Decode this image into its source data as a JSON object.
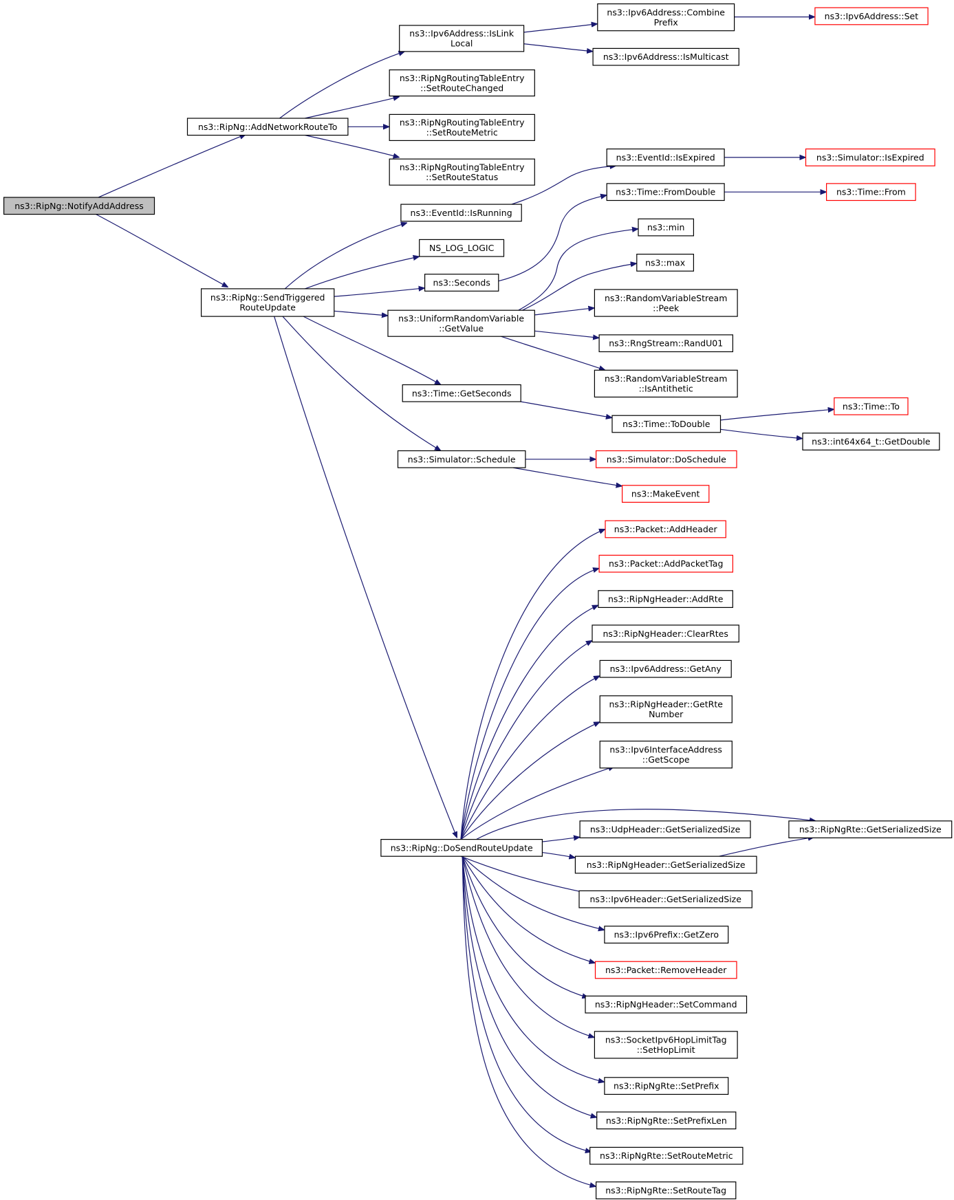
{
  "colors": {
    "edge": "#191970",
    "node_border": "#000000",
    "external_node_border": "#ff0000",
    "root_fill": "#bfbfbf",
    "node_fill": "#ffffff"
  },
  "nodes": {
    "notify": {
      "lines": [
        "ns3::RipNg::NotifyAddAddress"
      ],
      "kind": "root"
    },
    "addnet": {
      "lines": [
        "ns3::RipNg::AddNetworkRouteTo"
      ],
      "kind": "normal"
    },
    "islink": {
      "lines": [
        "ns3::Ipv6Address::IsLink",
        "Local"
      ],
      "kind": "normal"
    },
    "combine": {
      "lines": [
        "ns3::Ipv6Address::Combine",
        "Prefix"
      ],
      "kind": "normal"
    },
    "ipv6set": {
      "lines": [
        "ns3::Ipv6Address::Set"
      ],
      "kind": "external"
    },
    "ismulti": {
      "lines": [
        "ns3::Ipv6Address::IsMulticast"
      ],
      "kind": "normal"
    },
    "setchanged": {
      "lines": [
        "ns3::RipNgRoutingTableEntry",
        "::SetRouteChanged"
      ],
      "kind": "normal"
    },
    "setmetric1": {
      "lines": [
        "ns3::RipNgRoutingTableEntry",
        "::SetRouteMetric"
      ],
      "kind": "normal"
    },
    "setstatus": {
      "lines": [
        "ns3::RipNgRoutingTableEntry",
        "::SetRouteStatus"
      ],
      "kind": "normal"
    },
    "isexpired": {
      "lines": [
        "ns3::EventId::IsExpired"
      ],
      "kind": "normal"
    },
    "simexpired": {
      "lines": [
        "ns3::Simulator::IsExpired"
      ],
      "kind": "external"
    },
    "isrunning": {
      "lines": [
        "ns3::EventId::IsRunning"
      ],
      "kind": "normal"
    },
    "fromdouble": {
      "lines": [
        "ns3::Time::FromDouble"
      ],
      "kind": "normal"
    },
    "timefrom": {
      "lines": [
        "ns3::Time::From"
      ],
      "kind": "external"
    },
    "nslog": {
      "lines": [
        "NS_LOG_LOGIC"
      ],
      "kind": "normal"
    },
    "min": {
      "lines": [
        "ns3::min"
      ],
      "kind": "normal"
    },
    "max": {
      "lines": [
        "ns3::max"
      ],
      "kind": "normal"
    },
    "seconds": {
      "lines": [
        "ns3::Seconds"
      ],
      "kind": "normal"
    },
    "sendtrig": {
      "lines": [
        "ns3::RipNg::SendTriggered",
        "RouteUpdate"
      ],
      "kind": "normal"
    },
    "getvalue": {
      "lines": [
        "ns3::UniformRandomVariable",
        "::GetValue"
      ],
      "kind": "normal"
    },
    "peek": {
      "lines": [
        "ns3::RandomVariableStream",
        "::Peek"
      ],
      "kind": "normal"
    },
    "randu01": {
      "lines": [
        "ns3::RngStream::RandU01"
      ],
      "kind": "normal"
    },
    "isanti": {
      "lines": [
        "ns3::RandomVariableStream",
        "::IsAntithetic"
      ],
      "kind": "normal"
    },
    "getseconds": {
      "lines": [
        "ns3::Time::GetSeconds"
      ],
      "kind": "normal"
    },
    "todouble": {
      "lines": [
        "ns3::Time::ToDouble"
      ],
      "kind": "normal"
    },
    "timeto": {
      "lines": [
        "ns3::Time::To"
      ],
      "kind": "external"
    },
    "getdouble": {
      "lines": [
        "ns3::int64x64_t::GetDouble"
      ],
      "kind": "normal"
    },
    "schedule": {
      "lines": [
        "ns3::Simulator::Schedule"
      ],
      "kind": "normal"
    },
    "doschedule": {
      "lines": [
        "ns3::Simulator::DoSchedule"
      ],
      "kind": "external"
    },
    "makeevent": {
      "lines": [
        "ns3::MakeEvent"
      ],
      "kind": "external"
    },
    "addheader": {
      "lines": [
        "ns3::Packet::AddHeader"
      ],
      "kind": "external"
    },
    "addpackettag": {
      "lines": [
        "ns3::Packet::AddPacketTag"
      ],
      "kind": "external"
    },
    "addrte": {
      "lines": [
        "ns3::RipNgHeader::AddRte"
      ],
      "kind": "normal"
    },
    "clearrtes": {
      "lines": [
        "ns3::RipNgHeader::ClearRtes"
      ],
      "kind": "normal"
    },
    "getany": {
      "lines": [
        "ns3::Ipv6Address::GetAny"
      ],
      "kind": "normal"
    },
    "getrtenum": {
      "lines": [
        "ns3::RipNgHeader::GetRte",
        "Number"
      ],
      "kind": "normal"
    },
    "getscope": {
      "lines": [
        "ns3::Ipv6InterfaceAddress",
        "::GetScope"
      ],
      "kind": "normal"
    },
    "rteserial": {
      "lines": [
        "ns3::RipNgRte::GetSerializedSize"
      ],
      "kind": "normal"
    },
    "udpserial": {
      "lines": [
        "ns3::UdpHeader::GetSerializedSize"
      ],
      "kind": "normal"
    },
    "dosend": {
      "lines": [
        "ns3::RipNg::DoSendRouteUpdate"
      ],
      "kind": "normal"
    },
    "hdrserial": {
      "lines": [
        "ns3::RipNgHeader::GetSerializedSize"
      ],
      "kind": "normal"
    },
    "ipv6serial": {
      "lines": [
        "ns3::Ipv6Header::GetSerializedSize"
      ],
      "kind": "normal"
    },
    "getzero": {
      "lines": [
        "ns3::Ipv6Prefix::GetZero"
      ],
      "kind": "normal"
    },
    "removeheader": {
      "lines": [
        "ns3::Packet::RemoveHeader"
      ],
      "kind": "external"
    },
    "setcommand": {
      "lines": [
        "ns3::RipNgHeader::SetCommand"
      ],
      "kind": "normal"
    },
    "sethoplimit": {
      "lines": [
        "ns3::SocketIpv6HopLimitTag",
        "::SetHopLimit"
      ],
      "kind": "normal"
    },
    "setprefix": {
      "lines": [
        "ns3::RipNgRte::SetPrefix"
      ],
      "kind": "normal"
    },
    "setprefixlen": {
      "lines": [
        "ns3::RipNgRte::SetPrefixLen"
      ],
      "kind": "normal"
    },
    "setmetric2": {
      "lines": [
        "ns3::RipNgRte::SetRouteMetric"
      ],
      "kind": "normal"
    },
    "setroutetag": {
      "lines": [
        "ns3::RipNgRte::SetRouteTag"
      ],
      "kind": "normal"
    }
  },
  "edges": [
    [
      "notify",
      "addnet"
    ],
    [
      "notify",
      "sendtrig"
    ],
    [
      "addnet",
      "islink"
    ],
    [
      "addnet",
      "setchanged"
    ],
    [
      "addnet",
      "setmetric1"
    ],
    [
      "addnet",
      "setstatus"
    ],
    [
      "islink",
      "combine"
    ],
    [
      "islink",
      "ismulti"
    ],
    [
      "combine",
      "ipv6set"
    ],
    [
      "isrunning",
      "isexpired"
    ],
    [
      "isexpired",
      "simexpired"
    ],
    [
      "fromdouble",
      "timefrom"
    ],
    [
      "sendtrig",
      "isrunning"
    ],
    [
      "sendtrig",
      "nslog"
    ],
    [
      "sendtrig",
      "seconds"
    ],
    [
      "sendtrig",
      "getvalue"
    ],
    [
      "sendtrig",
      "getseconds"
    ],
    [
      "sendtrig",
      "schedule"
    ],
    [
      "sendtrig",
      "dosend"
    ],
    [
      "seconds",
      "fromdouble"
    ],
    [
      "getvalue",
      "min"
    ],
    [
      "getvalue",
      "max"
    ],
    [
      "getvalue",
      "peek"
    ],
    [
      "getvalue",
      "randu01"
    ],
    [
      "getvalue",
      "isanti"
    ],
    [
      "getseconds",
      "todouble"
    ],
    [
      "todouble",
      "timeto"
    ],
    [
      "todouble",
      "getdouble"
    ],
    [
      "schedule",
      "doschedule"
    ],
    [
      "schedule",
      "makeevent"
    ],
    [
      "dosend",
      "addheader"
    ],
    [
      "dosend",
      "addpackettag"
    ],
    [
      "dosend",
      "addrte"
    ],
    [
      "dosend",
      "clearrtes"
    ],
    [
      "dosend",
      "getany"
    ],
    [
      "dosend",
      "getrtenum"
    ],
    [
      "dosend",
      "getscope"
    ],
    [
      "dosend",
      "rteserial"
    ],
    [
      "dosend",
      "udpserial"
    ],
    [
      "dosend",
      "hdrserial"
    ],
    [
      "hdrserial",
      "rteserial"
    ],
    [
      "dosend",
      "ipv6serial"
    ],
    [
      "dosend",
      "getzero"
    ],
    [
      "dosend",
      "removeheader"
    ],
    [
      "dosend",
      "setcommand"
    ],
    [
      "dosend",
      "sethoplimit"
    ],
    [
      "dosend",
      "setprefix"
    ],
    [
      "dosend",
      "setprefixlen"
    ],
    [
      "dosend",
      "setmetric2"
    ],
    [
      "dosend",
      "setroutetag"
    ]
  ]
}
